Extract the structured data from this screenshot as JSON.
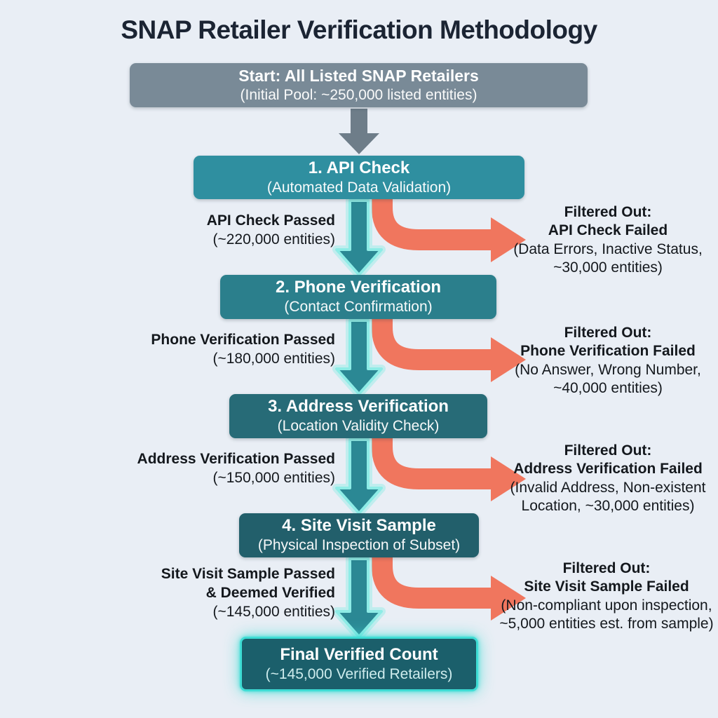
{
  "title": "SNAP Retailer Verification Methodology",
  "start_box": {
    "line1": "Start: All Listed SNAP Retailers",
    "line2": "(Initial Pool: ~250,000 listed entities)"
  },
  "steps": [
    {
      "box_line1": "1. API Check",
      "box_line2": "(Automated Data Validation)",
      "passed": [
        "API Check Passed",
        "(~220,000 entities)"
      ],
      "filtered": [
        "Filtered Out:",
        "API Check Failed",
        "(Data Errors, Inactive Status,",
        "~30,000 entities)"
      ]
    },
    {
      "box_line1": "2. Phone Verification",
      "box_line2": "(Contact Confirmation)",
      "passed": [
        "Phone Verification Passed",
        "(~180,000 entities)"
      ],
      "filtered": [
        "Filtered Out:",
        "Phone Verification Failed",
        "(No Answer, Wrong Number,",
        "~40,000 entities)"
      ]
    },
    {
      "box_line1": "3. Address Verification",
      "box_line2": "(Location Validity Check)",
      "passed": [
        "Address Verification Passed",
        "(~150,000 entities)"
      ],
      "filtered": [
        "Filtered Out:",
        "Address Verification Failed",
        "(Invalid Address, Non-existent",
        "Location, ~30,000 entities)"
      ]
    },
    {
      "box_line1": "4. Site Visit Sample",
      "box_line2": "(Physical Inspection of Subset)",
      "passed": [
        "Site Visit Sample Passed",
        "& Deemed Verified",
        "(~145,000 entities)"
      ],
      "filtered": [
        "Filtered Out:",
        "Site Visit Sample Failed",
        "(Non-compliant upon inspection,",
        "~5,000 entities est. from sample)"
      ]
    }
  ],
  "final_box": {
    "line1": "Final Verified Count",
    "line2": "(~145,000 Verified Retailers)"
  },
  "colors": {
    "background": "#e9eef5",
    "title_text": "#1b2433",
    "start_box": "#798a97",
    "step_boxes": [
      "#2f8fa0",
      "#2b7f8c",
      "#276b77",
      "#225f6b"
    ],
    "final_box": "#1b5f6b",
    "final_glow": "#3edcd4",
    "pass_arrow": "#2b8894",
    "pass_arrow_glow": "#8eece6",
    "fail_arrow": "#f0765e",
    "start_arrow": "#6e7d89",
    "label_text": "#14181d",
    "box_text": "#ffffff"
  }
}
